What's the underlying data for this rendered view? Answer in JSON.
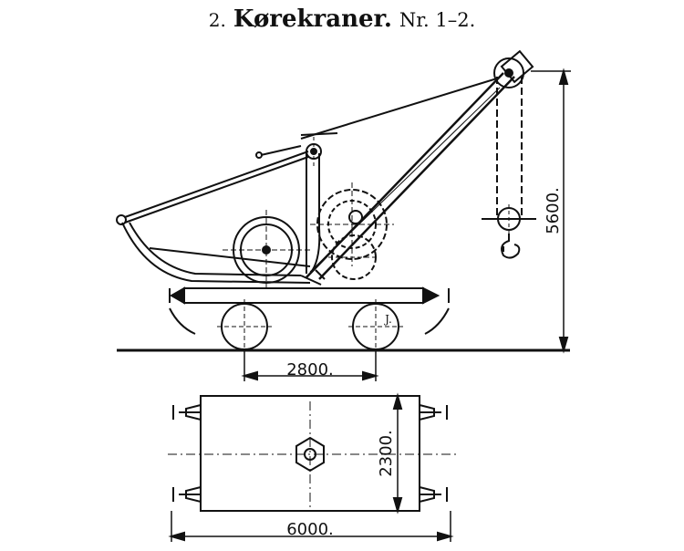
{
  "title": {
    "number": "2.",
    "name": "Kørekraner.",
    "subtitle": "Nr. 1–2."
  },
  "dimensions": {
    "height": "5600.",
    "wheelbase": "2800.",
    "width": "2300.",
    "length": "6000."
  },
  "wheel_mark": "J."
}
